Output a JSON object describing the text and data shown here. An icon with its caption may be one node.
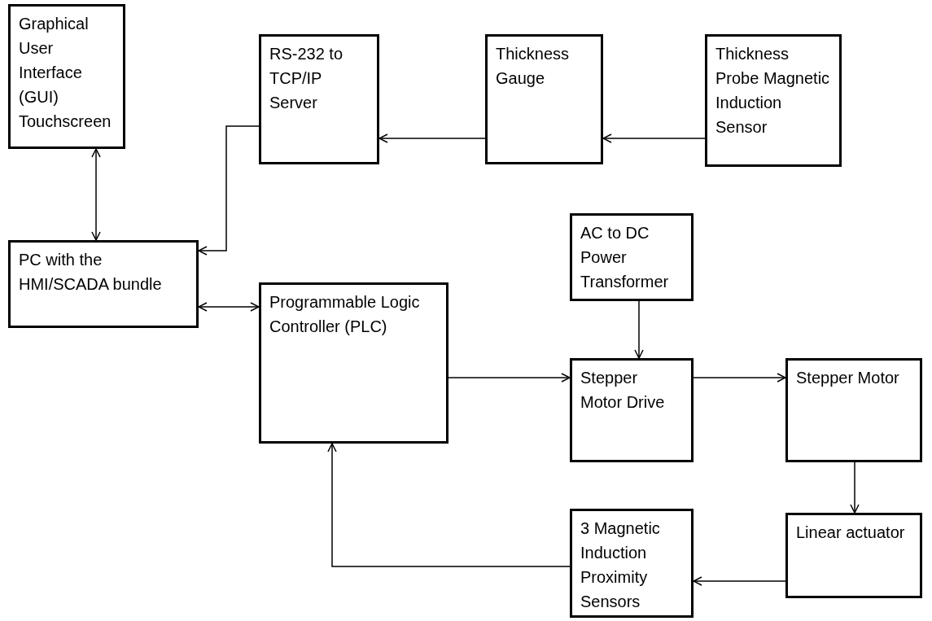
{
  "diagram": {
    "nodes": [
      {
        "text": [
          "Graphical User Interface (GUI) Touchscreen"
        ]
      },
      {
        "text": [
          "RS-232 to TCP/IP Server"
        ]
      },
      {
        "text": [
          "Thickness Gauge"
        ]
      },
      {
        "text": [
          "Thickness Probe Magnetic Induction Sensor"
        ]
      },
      {
        "text": [
          "PC with the HMI/SCADA bundle"
        ]
      },
      {
        "text": [
          "AC to DC Power Transformer"
        ]
      },
      {
        "text": [
          "Programmable Logic Controller (PLC)"
        ]
      },
      {
        "text": [
          "Stepper Motor Drive"
        ]
      },
      {
        "text": [
          "Stepper Motor"
        ]
      },
      {
        "text": [
          "Linear actuator"
        ]
      },
      {
        "text": [
          "3 Magnetic Induction Proximity Sensors"
        ]
      }
    ],
    "edges": [
      {
        "from": 3,
        "to": 2,
        "arrow": "to"
      },
      {
        "from": 2,
        "to": 1,
        "arrow": "to"
      },
      {
        "from": 1,
        "to": 4,
        "arrow": "to"
      },
      {
        "from": 0,
        "to": 4,
        "arrow": "both"
      },
      {
        "from": 4,
        "to": 6,
        "arrow": "both"
      },
      {
        "from": 6,
        "to": 7,
        "arrow": "to"
      },
      {
        "from": 5,
        "to": 7,
        "arrow": "to"
      },
      {
        "from": 7,
        "to": 8,
        "arrow": "to"
      },
      {
        "from": 8,
        "to": 9,
        "arrow": "to"
      },
      {
        "from": 9,
        "to": 10,
        "arrow": "to"
      },
      {
        "from": 10,
        "to": 6,
        "arrow": "to"
      }
    ]
  }
}
